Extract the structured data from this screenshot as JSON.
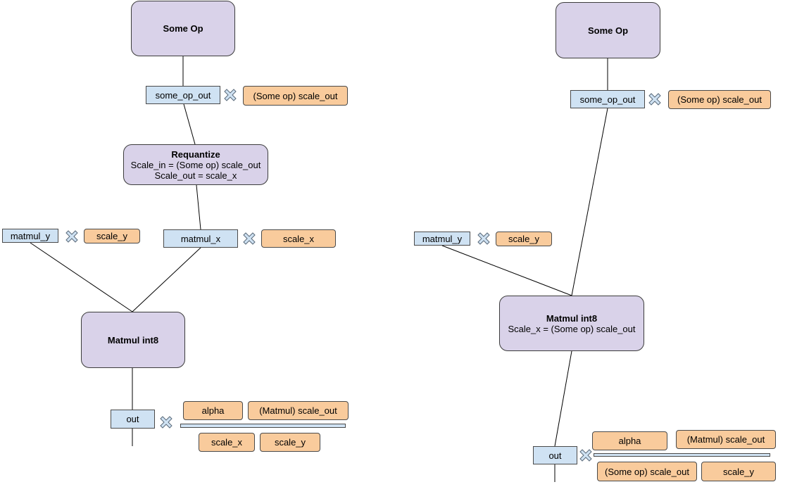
{
  "colors": {
    "op_fill": "#d9d2e9",
    "tensor_fill": "#cfe2f3",
    "scale_fill": "#f9cb9c",
    "multiply_icon_fill": "#cfe2f3"
  },
  "icons": {
    "multiply": "multiply-x-icon",
    "fraction": "fraction-bar"
  },
  "left": {
    "some_op": "Some Op",
    "some_op_out": "some_op_out",
    "some_op_scale_out": "(Some op) scale_out",
    "requantize": {
      "title": "Requantize",
      "line1": "Scale_in = (Some op) scale_out",
      "line2": "Scale_out = scale_x"
    },
    "matmul_y": "matmul_y",
    "scale_y": "scale_y",
    "matmul_x": "matmul_x",
    "scale_x": "scale_x",
    "matmul": "Matmul int8",
    "out": "out",
    "fraction": {
      "numerator": [
        "alpha",
        "(Matmul) scale_out"
      ],
      "denominator": [
        "scale_x",
        "scale_y"
      ]
    }
  },
  "right": {
    "some_op": "Some Op",
    "some_op_out": "some_op_out",
    "some_op_scale_out": "(Some op) scale_out",
    "matmul_y": "matmul_y",
    "scale_y": "scale_y",
    "matmul": {
      "title": "Matmul int8",
      "line1": "Scale_x = (Some op) scale_out"
    },
    "out": "out",
    "fraction": {
      "numerator": [
        "alpha",
        "(Matmul) scale_out"
      ],
      "denominator": [
        "(Some op) scale_out",
        "scale_y"
      ]
    }
  }
}
